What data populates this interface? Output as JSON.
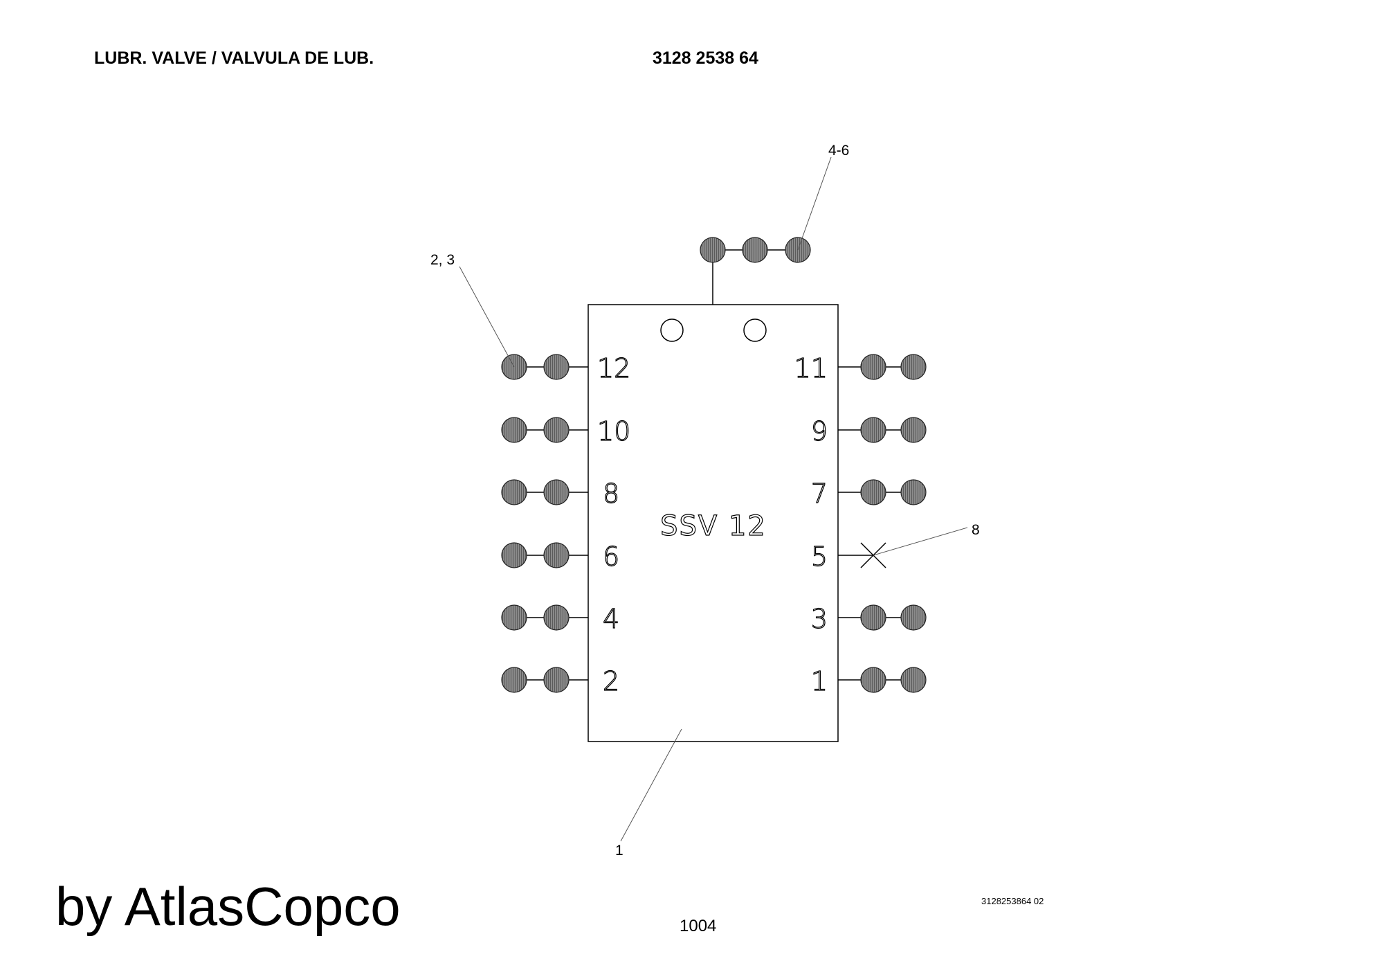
{
  "header": {
    "title": "LUBR. VALVE / VALVULA DE LUB.",
    "part_number": "3128 2538 64"
  },
  "diagram": {
    "model_label": "SSV 12",
    "left_ports": [
      "12",
      "10",
      "8",
      "6",
      "4",
      "2"
    ],
    "right_ports": [
      "11",
      "9",
      "7",
      "5",
      "3",
      "1"
    ],
    "plugged_port": "5",
    "callouts": {
      "top": "4-6",
      "left": "2, 3",
      "right": "8",
      "bottom": "1"
    }
  },
  "footer": {
    "brand": "by AtlasCopco",
    "page_number": "1004",
    "drawing_ref": "3128253864 02"
  }
}
